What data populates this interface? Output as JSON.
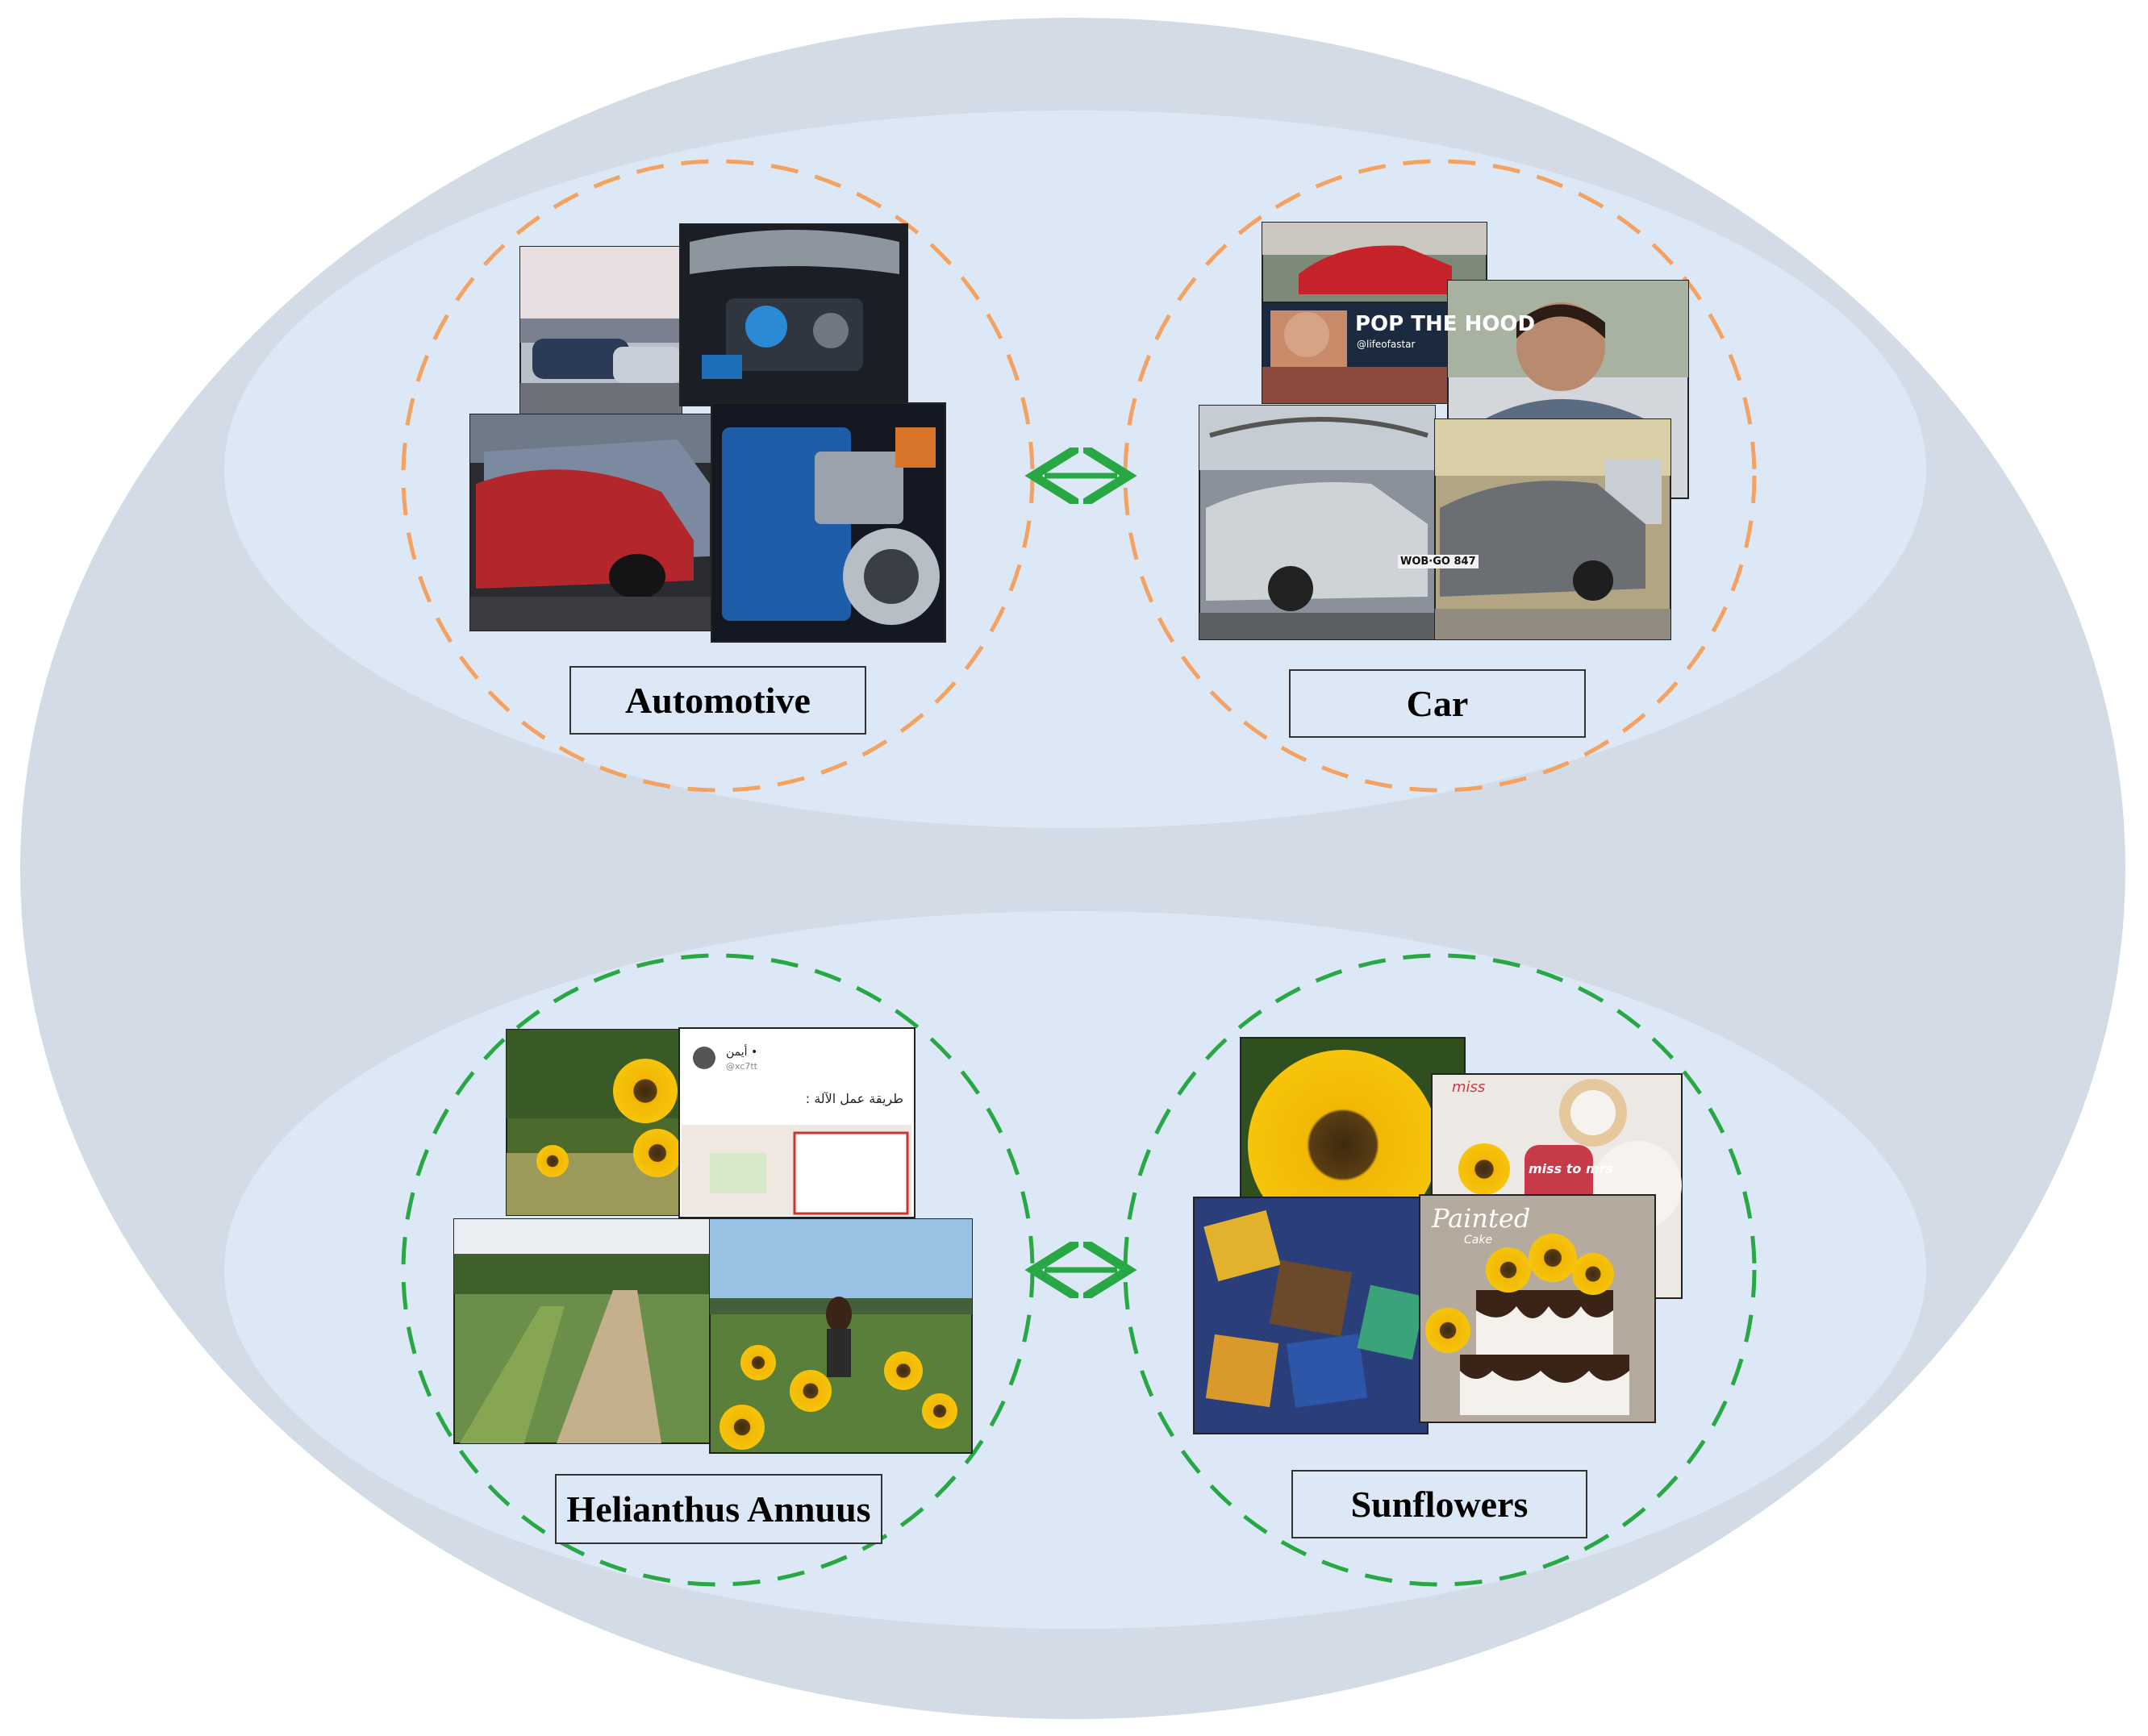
{
  "colors": {
    "outer_ellipse": "#d3dbe6",
    "inner_ellipse": "#dde8f6",
    "cluster_car": "#f4a261",
    "cluster_flower": "#27a845",
    "arrow": "#27a845"
  },
  "clusters": [
    {
      "id": "automotive",
      "label": "Automotive",
      "border_color": "#f4a261"
    },
    {
      "id": "car",
      "label": "Car",
      "border_color": "#f4a261"
    },
    {
      "id": "helianthus",
      "label": "Helianthus Annuus",
      "border_color": "#27a845"
    },
    {
      "id": "sunflowers",
      "label": "Sunflowers",
      "border_color": "#27a845"
    }
  ],
  "links": [
    {
      "from": "automotive",
      "to": "car"
    },
    {
      "from": "helianthus",
      "to": "sunflowers"
    }
  ],
  "photo_text": {
    "car_meme": "POP THE HOOD",
    "car_meme_handle": "@lifeofastar",
    "plate_1": "WOB·GO 847",
    "tweet_name": "أيمن •",
    "tweet_handle": "@xc7tt",
    "tweet_text": "طريقة عمل الآلة :",
    "cookie_text_1": "miss",
    "cookie_text_2": "miss to mrs",
    "cake_brand": "Painted",
    "cake_brand_sub": "Cake"
  }
}
